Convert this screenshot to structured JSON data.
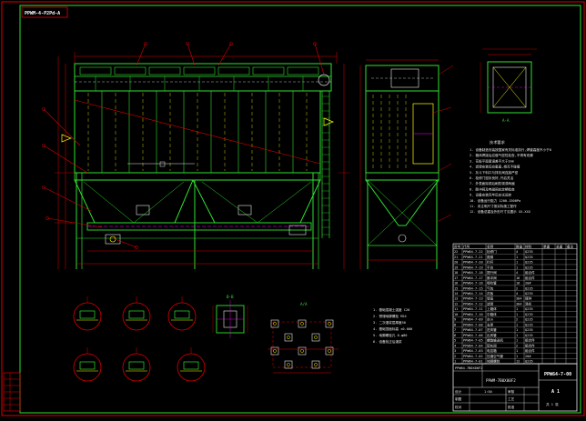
{
  "drawing": {
    "corner_tag": "PPWM-4-P2Pd-A",
    "drawing_number": "PPW64-7-00",
    "subtitle": "PPWM-7B0X00F2",
    "sheet_mark": "A 1"
  },
  "views": {
    "section_aa_label": "A-A",
    "section_bb_label": "B-B",
    "foundation_label": "A/A"
  },
  "tech_notes": {
    "title": "技术要求",
    "lines": [
      "1. 设备制造安装按国家有关标准执行,焊缝高度不小于8",
      "2. 箱体焊接后应做气密性检查,不得有泄漏",
      "3. 花板平面度误差不大于2mm",
      "4. 滤袋安装后应垂直,相互不碰撞",
      "5. 灰斗下料口与排灰阀连接严密",
      "6. 检修门密封良好,开启灵活",
      "7. 外表面除锈后刷防锈漆两遍",
      "8. 脉冲阀及电磁阀应定期检查",
      "9. 设备安装完毕后应试运转",
      "10. 设备运行阻力 1200-1500Pa",
      "11. 未注明尺寸按实际施工配作",
      "12. 设备总重及外形尺寸见图示 XX-XXX"
    ]
  },
  "foundation_notes": [
    "1. 基础混凝土强度 C20",
    "2. 预埋地脚螺栓 M24",
    "3. 二次灌浆层厚度50",
    "4. 基础顶面标高 ±0.000",
    "5. 地脚螺栓孔 6-φ80",
    "6. 设备找正后灌浆"
  ],
  "bom": {
    "headers": [
      "序号",
      "代号",
      "名称",
      "数量",
      "材料",
      "单重",
      "总重",
      "备注"
    ],
    "rows": [
      [
        "22",
        "PPW64-7-22",
        "检修门",
        "4",
        "Q235",
        "",
        "",
        ""
      ],
      [
        "21",
        "PPW64-7-21",
        "爬梯",
        "1",
        "Q235",
        "",
        "",
        ""
      ],
      [
        "20",
        "PPW64-7-20",
        "栏杆",
        "1",
        "Q235",
        "",
        "",
        ""
      ],
      [
        "19",
        "PPW64-7-19",
        "平台",
        "1",
        "Q235",
        "",
        "",
        ""
      ],
      [
        "18",
        "PPW64-7-18",
        "提升阀",
        "4",
        "组合件",
        "",
        "",
        ""
      ],
      [
        "17",
        "PPW64-7-17",
        "脉冲阀",
        "16",
        "组合件",
        "",
        "",
        ""
      ],
      [
        "16",
        "PPW64-7-16",
        "喷吹管",
        "16",
        "20#",
        "",
        "",
        ""
      ],
      [
        "15",
        "PPW64-7-15",
        "气包",
        "2",
        "Q235",
        "",
        "",
        ""
      ],
      [
        "14",
        "PPW64-7-14",
        "花板",
        "4",
        "Q235",
        "",
        "",
        ""
      ],
      [
        "13",
        "PPW64-7-13",
        "袋笼",
        "384",
        "镀锌",
        "",
        "",
        ""
      ],
      [
        "12",
        "PPW64-7-12",
        "滤袋",
        "384",
        "涤纶",
        "",
        "",
        ""
      ],
      [
        "11",
        "PPW64-7-11",
        "上箱体",
        "1",
        "Q235",
        "",
        "",
        ""
      ],
      [
        "10",
        "PPW64-7-10",
        "中箱体",
        "1",
        "Q235",
        "",
        "",
        ""
      ],
      [
        "9",
        "PPW64-7-09",
        "灰斗",
        "2",
        "Q235",
        "",
        "",
        ""
      ],
      [
        "8",
        "PPW64-7-08",
        "支架",
        "1",
        "Q235",
        "",
        "",
        ""
      ],
      [
        "7",
        "PPW64-7-07",
        "进风管",
        "1",
        "Q235",
        "",
        "",
        ""
      ],
      [
        "6",
        "PPW64-7-06",
        "出风管",
        "1",
        "Q235",
        "",
        "",
        ""
      ],
      [
        "5",
        "PPW64-7-05",
        "螺旋输送机",
        "1",
        "组合件",
        "",
        "",
        ""
      ],
      [
        "4",
        "PPW64-7-04",
        "卸灰阀",
        "2",
        "组合件",
        "",
        "",
        ""
      ],
      [
        "3",
        "PPW64-7-03",
        "电控箱",
        "1",
        "组合件",
        "",
        "",
        ""
      ],
      [
        "2",
        "PPW64-7-02",
        "压缩空气管",
        "1",
        "20#",
        "",
        "",
        ""
      ],
      [
        "1",
        "PPW64-7-01",
        "地脚螺栓",
        "12",
        "Q235",
        "",
        "",
        ""
      ]
    ]
  },
  "title_block": {
    "company": "PPW64-7B0X00F2",
    "rows": [
      [
        "设计",
        "",
        "审核",
        ""
      ],
      [
        "制图",
        "",
        "工艺",
        ""
      ],
      [
        "校对",
        "",
        "批准",
        ""
      ]
    ],
    "scale": "1:50",
    "sheet": "共 1 张"
  },
  "left_stamp_rows": [
    "",
    "",
    "",
    "",
    "",
    ""
  ],
  "colors": {
    "background": "#000000",
    "frame": "#e00000",
    "structure": "#2fe02f",
    "text": "#e8e8e8",
    "leader": "#e00000",
    "hatch": "#ffff00",
    "accent": "#ff00ff",
    "centerline": "#ffffff"
  }
}
